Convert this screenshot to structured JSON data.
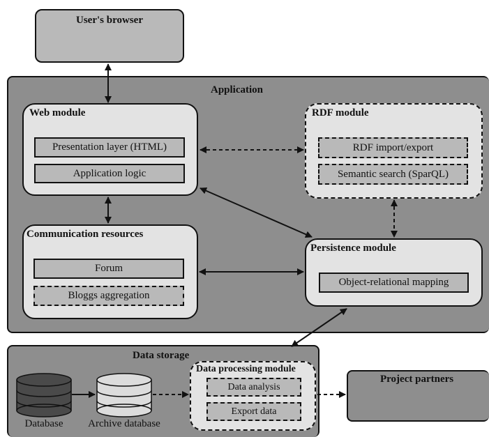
{
  "nodes": {
    "browser": {
      "label": "User's browser"
    },
    "application": {
      "label": "Application"
    },
    "web": {
      "label": "Web module",
      "items": [
        "Presentation layer (HTML)",
        "Application logic"
      ]
    },
    "rdf": {
      "label": "RDF module",
      "items": [
        "RDF import/export",
        "Semantic search (SparQL)"
      ]
    },
    "comm": {
      "label": "Communication resources",
      "items": [
        "Forum",
        "Bloggs aggregation"
      ]
    },
    "persistence": {
      "label": "Persistence module",
      "items": [
        "Object-relational mapping"
      ]
    },
    "storage": {
      "label": "Data storage"
    },
    "processing": {
      "label": "Data processing module",
      "items": [
        "Data analysis",
        "Export data"
      ]
    },
    "database": {
      "label": "Database"
    },
    "archive": {
      "label": "Archive database"
    },
    "partners": {
      "label": "Project partners"
    }
  },
  "colors": {
    "outer_fill": "#8e8e8e",
    "module_fill": "#e3e3e3",
    "item_fill": "#b9b9b9",
    "db_dark": "#4a4a4a",
    "db_light": "#dcdcdc",
    "stroke": "#111111"
  }
}
